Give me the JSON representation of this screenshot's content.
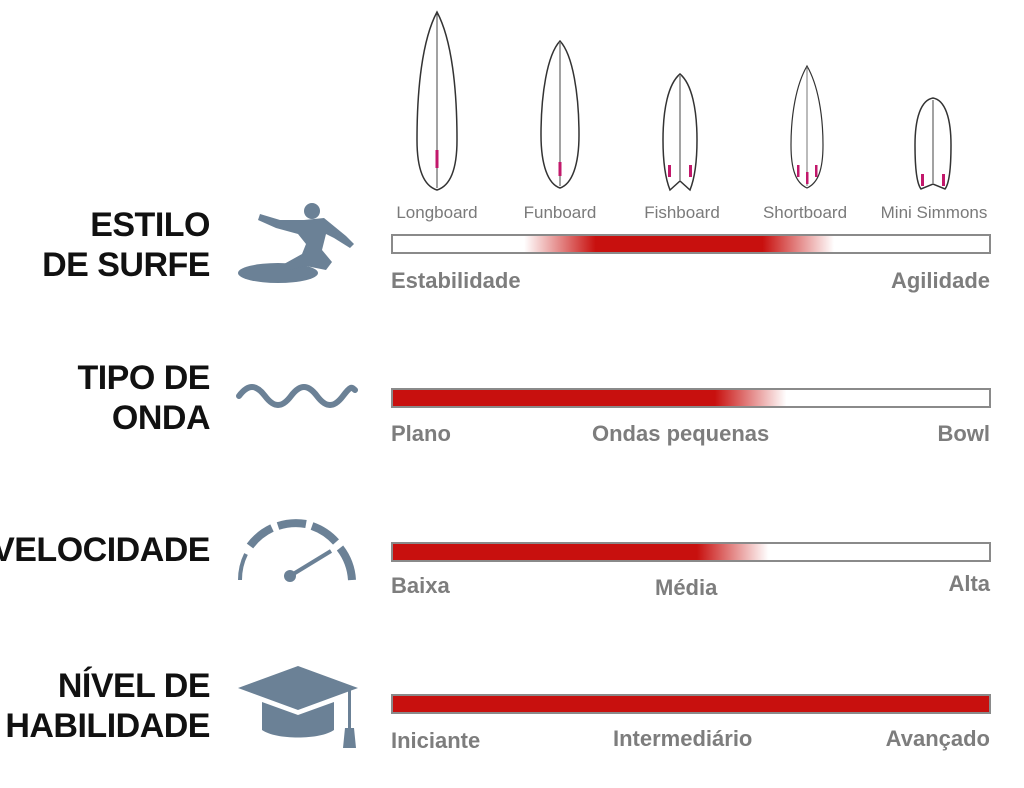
{
  "colors": {
    "bar_fill": "#c8100e",
    "icon": "#6b8196",
    "label": "#7d7d7d",
    "title": "#111111",
    "border": "#8a8a8a"
  },
  "boards": [
    {
      "label": "Longboard"
    },
    {
      "label": "Funboard"
    },
    {
      "label": "Fishboard"
    },
    {
      "label": "Shortboard"
    },
    {
      "label": "Mini Simmons"
    }
  ],
  "rows": [
    {
      "title_line1": "ESTILO",
      "title_line2": "DE SURFE",
      "icon": "surfer-icon",
      "range": [
        0.28,
        0.68
      ],
      "labels": {
        "left": "Estabilidade",
        "right": "Agilidade"
      }
    },
    {
      "title_line1": "TIPO DE",
      "title_line2": "ONDA",
      "icon": "wave-icon",
      "range": [
        0,
        0.6
      ],
      "labels": {
        "left": "Plano",
        "middle": "Ondas pequenas",
        "right": "Bowl"
      }
    },
    {
      "title_line1": "VELOCIDADE",
      "icon": "speedometer-icon",
      "range": [
        0,
        0.57
      ],
      "labels": {
        "left": "Baixa",
        "middle": "Média",
        "right": "Alta"
      }
    },
    {
      "title_line1": "NÍVEL DE",
      "title_line2": "HABILIDADE",
      "icon": "graduation-cap-icon",
      "range": [
        0,
        1
      ],
      "labels": {
        "left": "Iniciante",
        "middle": "Intermediário",
        "right": "Avançado"
      }
    }
  ]
}
